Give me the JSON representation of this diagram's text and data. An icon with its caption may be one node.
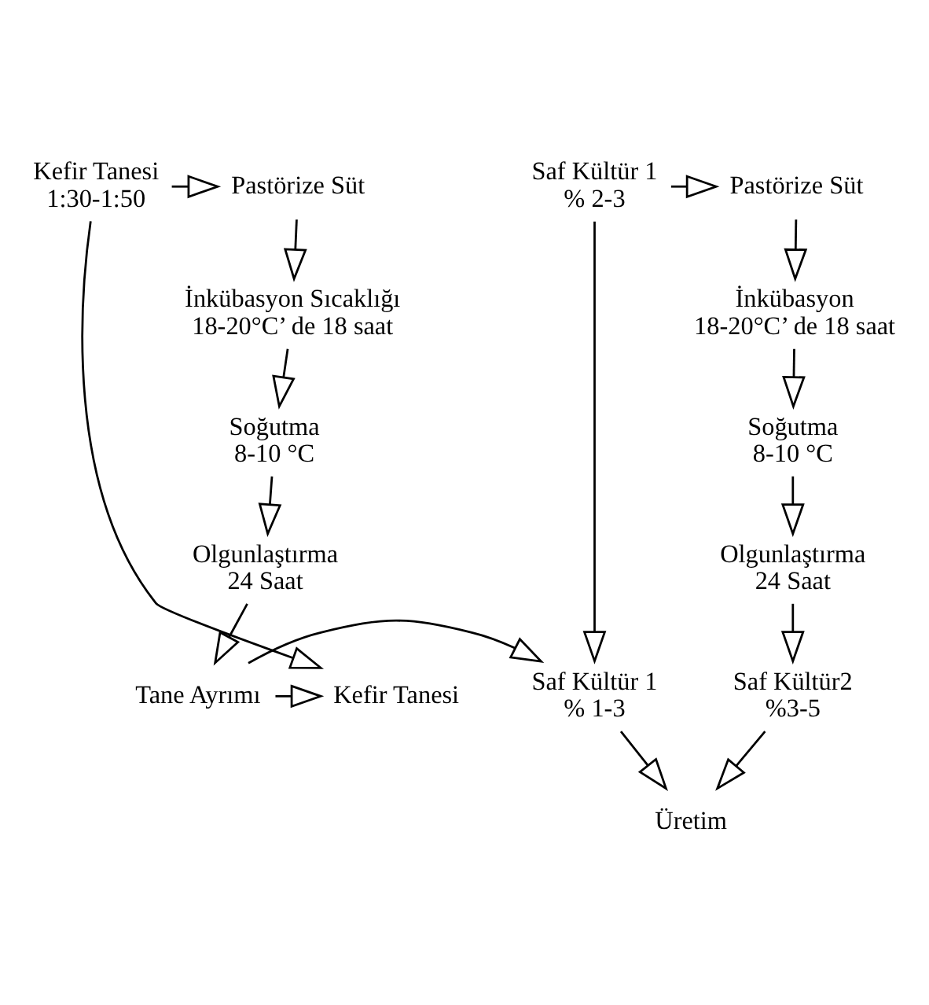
{
  "diagram": {
    "nodes": [
      {
        "text": [
          "Kefir Tanesi",
          "1:30-1:50"
        ]
      },
      {
        "text": [
          "Pastörize Süt"
        ]
      },
      {
        "text": [
          "İnkübasyon Sıcaklığı",
          "18-20°C’ de 18 saat"
        ]
      },
      {
        "text": [
          "Soğutma",
          "8-10 °C"
        ]
      },
      {
        "text": [
          "Olgunlaştırma",
          "24 Saat"
        ]
      },
      {
        "text": [
          "Tane Ayrımı"
        ]
      },
      {
        "text": [
          "Kefir Tanesi"
        ]
      },
      {
        "text": [
          "Saf Kültür 1",
          "% 2-3"
        ]
      },
      {
        "text": [
          "Pastörize Süt"
        ]
      },
      {
        "text": [
          "İnkübasyon",
          "18-20°C’ de 18 saat"
        ]
      },
      {
        "text": [
          "Soğutma",
          "8-10 °C"
        ]
      },
      {
        "text": [
          "Olgunlaştırma",
          "24 Saat"
        ]
      },
      {
        "text": [
          "Saf Kültür 1",
          "% 1-3"
        ]
      },
      {
        "text": [
          "Saf Kültür2",
          "%3-5"
        ]
      },
      {
        "text": [
          "Üretim"
        ]
      }
    ],
    "edges": [
      {
        "from": 0,
        "to": 1,
        "arrow": "to"
      },
      {
        "from": 1,
        "to": 2,
        "arrow": "to"
      },
      {
        "from": 2,
        "to": 3,
        "arrow": "to"
      },
      {
        "from": 3,
        "to": 4,
        "arrow": "to"
      },
      {
        "from": 4,
        "to": 5,
        "arrow": "to"
      },
      {
        "from": 0,
        "to": 6,
        "arrow": "to"
      },
      {
        "from": 5,
        "to": 6,
        "arrow": "to"
      },
      {
        "from": 5,
        "to": 12,
        "arrow": "to"
      },
      {
        "from": 7,
        "to": 8,
        "arrow": "to"
      },
      {
        "from": 8,
        "to": 9,
        "arrow": "to"
      },
      {
        "from": 9,
        "to": 10,
        "arrow": "to"
      },
      {
        "from": 10,
        "to": 11,
        "arrow": "to"
      },
      {
        "from": 11,
        "to": 13,
        "arrow": "to"
      },
      {
        "from": 7,
        "to": 12,
        "arrow": "to"
      },
      {
        "from": 12,
        "to": 14,
        "arrow": "to"
      },
      {
        "from": 13,
        "to": 14,
        "arrow": "to"
      }
    ]
  }
}
